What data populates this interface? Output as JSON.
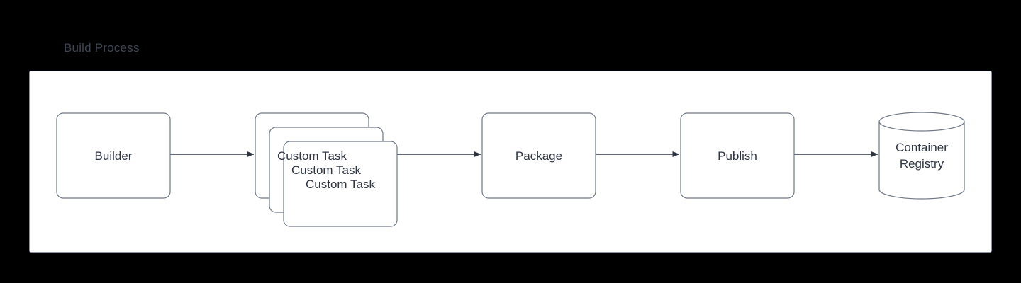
{
  "diagram": {
    "title": "Build Process",
    "title_color": "#3d4654",
    "background_color": "#000000",
    "panel_color": "#ffffff",
    "panel_border_color": "#8a93a5",
    "node_border_color": "#6f7886",
    "node_fill_color": "#ffffff",
    "text_color": "#2e3542",
    "edge_color": "#2e3542"
  },
  "nodes": {
    "builder": {
      "label": "Builder",
      "shape": "rounded-rect"
    },
    "custom_task_back": {
      "label": "Custom Task",
      "shape": "rounded-rect"
    },
    "custom_task_middle": {
      "label": "Custom Task",
      "shape": "rounded-rect"
    },
    "custom_task_front": {
      "label": "Custom Task",
      "shape": "rounded-rect"
    },
    "package": {
      "label": "Package",
      "shape": "rounded-rect"
    },
    "publish": {
      "label": "Publish",
      "shape": "rounded-rect"
    },
    "container_registry": {
      "label": "Container\nRegistry",
      "shape": "cylinder"
    }
  },
  "edges": [
    {
      "name": "builder-to-custom-task",
      "from": "builder",
      "to": "custom_task_back",
      "arrowhead": "solid-triangle"
    },
    {
      "name": "custom-task-to-package",
      "from": "custom_task_front",
      "to": "package",
      "arrowhead": "solid-triangle"
    },
    {
      "name": "package-to-publish",
      "from": "package",
      "to": "publish",
      "arrowhead": "solid-triangle"
    },
    {
      "name": "publish-to-container-registry",
      "from": "publish",
      "to": "container_registry",
      "arrowhead": "solid-triangle"
    }
  ]
}
